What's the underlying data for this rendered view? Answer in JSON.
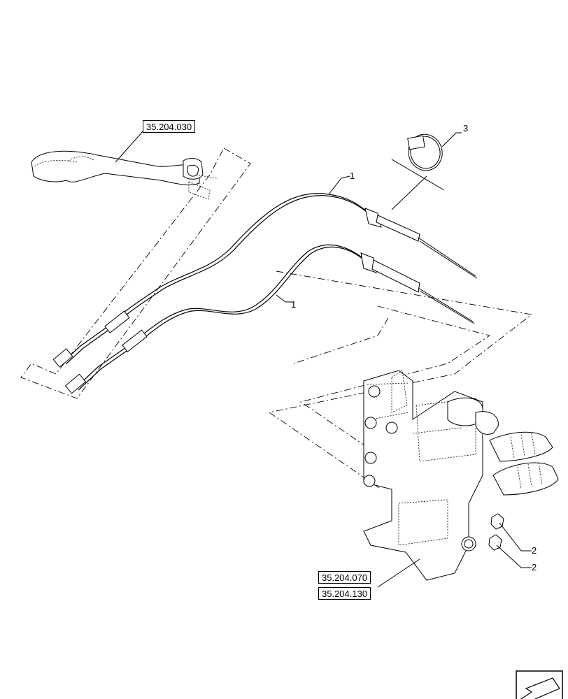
{
  "references": {
    "ref_top": "35.204.030",
    "ref_bottom_1": "35.204.070",
    "ref_bottom_2": "35.204.130"
  },
  "callouts": {
    "cable_upper": "1",
    "cable_lower": "1",
    "nut_upper": "2",
    "nut_lower": "2",
    "tie": "3"
  },
  "icons": {
    "nav": "back-arrow-icon"
  }
}
